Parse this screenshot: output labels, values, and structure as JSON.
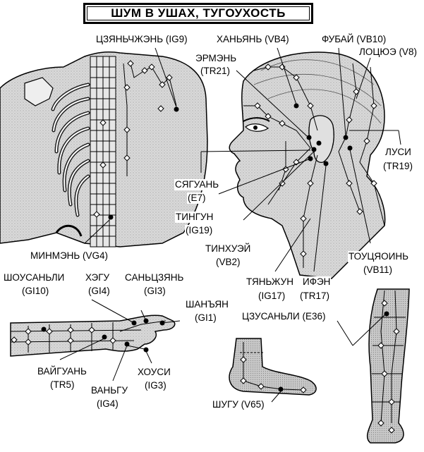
{
  "title": "ШУМ В УШАХ, ТУГОУХОСТЬ",
  "labels": {
    "ig9": "ЦЗЯНЬЧЖЭНЬ (IG9)",
    "vb4": "ХАНЬЯНЬ (VB4)",
    "vb10": "ФУБАЙ (VB10)",
    "v8": "ЛОЦЮЭ (V8)",
    "tr21_name": "ЭРМЭНЬ",
    "tr21_code": "(TR21)",
    "tr19_name": "ЛУСИ",
    "tr19_code": "(TR19)",
    "e7_name": "СЯГУАНЬ",
    "e7_code": "(E7)",
    "ig19_name": "ТИНГУН",
    "ig19_code": "(IG19)",
    "vb2_name": "ТИНХУЭЙ",
    "vb2_code": "(VB2)",
    "vg4": "МИНМЭНЬ (VG4)",
    "ig17_name": "ТЯНЬЖУН",
    "ig17_code": "(IG17)",
    "tr17_name": "ИФЭН",
    "tr17_code": "(TR17)",
    "vb11_name": "ТОУЦЯОИНЬ",
    "vb11_code": "(VB11)",
    "gi10_name": "ШОУСАНЬЛИ",
    "gi10_code": "(GI10)",
    "gi4_name": "ХЭГУ",
    "gi4_code": "(GI4)",
    "gi3_name": "САНЬЦЗЯНЬ",
    "gi3_code": "(GI3)",
    "gi1_name": "ШАНЪЯН",
    "gi1_code": "(GI1)",
    "e36": "ЦЗУСАНЬЛИ (E36)",
    "tr5_name": "ВАЙГУАНЬ",
    "tr5_code": "(TR5)",
    "ig4_name": "ВАНЬГУ",
    "ig4_code": "(IG4)",
    "ig3_name": "ХОУСИ",
    "ig3_code": "(IG3)",
    "v65": "ШУГУ (V65)"
  }
}
